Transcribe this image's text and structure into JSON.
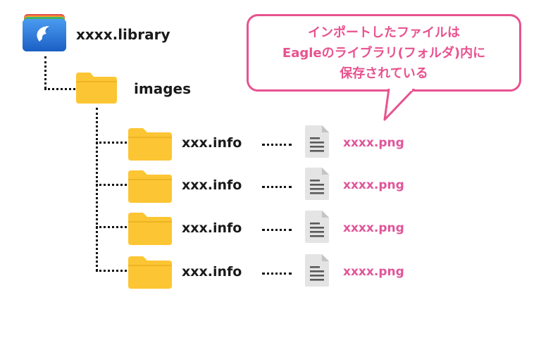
{
  "library": {
    "name": "xxxx.library",
    "icon": "eagle-library-icon"
  },
  "images_folder": {
    "name": "images",
    "icon": "folder-icon"
  },
  "entries": [
    {
      "folder": "xxx.info",
      "file": "xxxx.png"
    },
    {
      "folder": "xxx.info",
      "file": "xxxx.png"
    },
    {
      "folder": "xxx.info",
      "file": "xxxx.png"
    },
    {
      "folder": "xxx.info",
      "file": "xxxx.png"
    }
  ],
  "callout": {
    "line1": "インポートしたファイルは",
    "line2": "Eagleのライブラリ(フォルダ)内に",
    "line3": "保存されている"
  },
  "colors": {
    "folder": "#fcc533",
    "accent": "#e8528f",
    "file_label": "#e0559a",
    "app_blue": "#1f73d1"
  }
}
